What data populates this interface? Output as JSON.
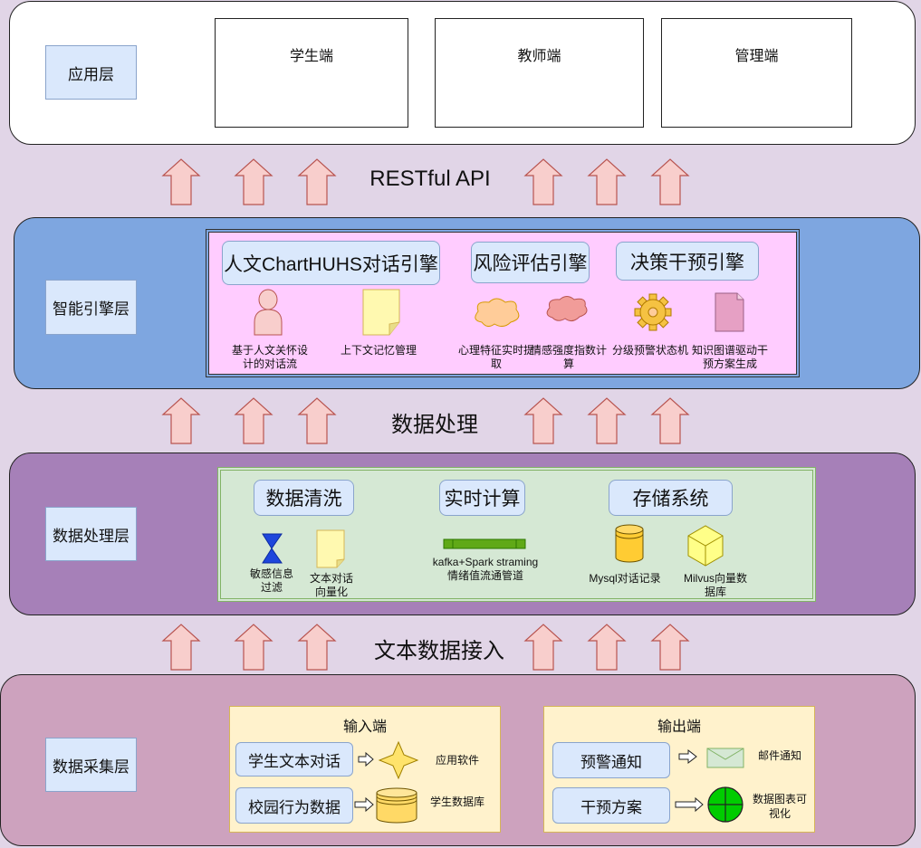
{
  "layers": {
    "app": "应用层",
    "engine": "智能引擎层",
    "processing": "数据处理层",
    "collection": "数据采集层"
  },
  "clients": [
    "学生端",
    "教师端",
    "管理端"
  ],
  "connectors": {
    "api": "RESTful API",
    "processing": "数据处理",
    "ingest": "文本数据接入"
  },
  "engines": [
    "人文ChartHUHS对话引擎",
    "风险评估引擎",
    "决策干预引擎"
  ],
  "engine_items": [
    "基于人文关怀设计的对话流",
    "上下文记忆管理",
    "心理特征实时提取",
    "情感强度指数计算",
    "分级预警状态机",
    "知识图谱驱动干预方案生成"
  ],
  "processing_modules": [
    "数据清洗",
    "实时计算",
    "存储系统"
  ],
  "processing_items": {
    "filter": "敏感信息过滤",
    "vectorize": "文本对话向量化",
    "stream": "kafka+Spark straming情绪值流通管道",
    "mysql": "Mysql对话记录",
    "milvus": "Milvus向量数据库"
  },
  "input": {
    "title": "输入端",
    "rows": [
      {
        "label": "学生文本对话",
        "target": "应用软件"
      },
      {
        "label": "校园行为数据",
        "target": "学生数据库"
      }
    ]
  },
  "output": {
    "title": "输出端",
    "rows": [
      {
        "label": "预警通知",
        "target": "邮件通知"
      },
      {
        "label": "干预方案",
        "target": "数据图表可视化"
      }
    ]
  },
  "colors": {
    "background": "#e1d5e7",
    "engine_layer": "#7ea6e0",
    "processing_layer": "#a680b8",
    "collection_layer": "#cda2be",
    "engine_panel": "#ffccff",
    "processing_panel": "#d5e8d4",
    "arrow_fill": "#f8cecc",
    "arrow_stroke": "#b85450"
  }
}
